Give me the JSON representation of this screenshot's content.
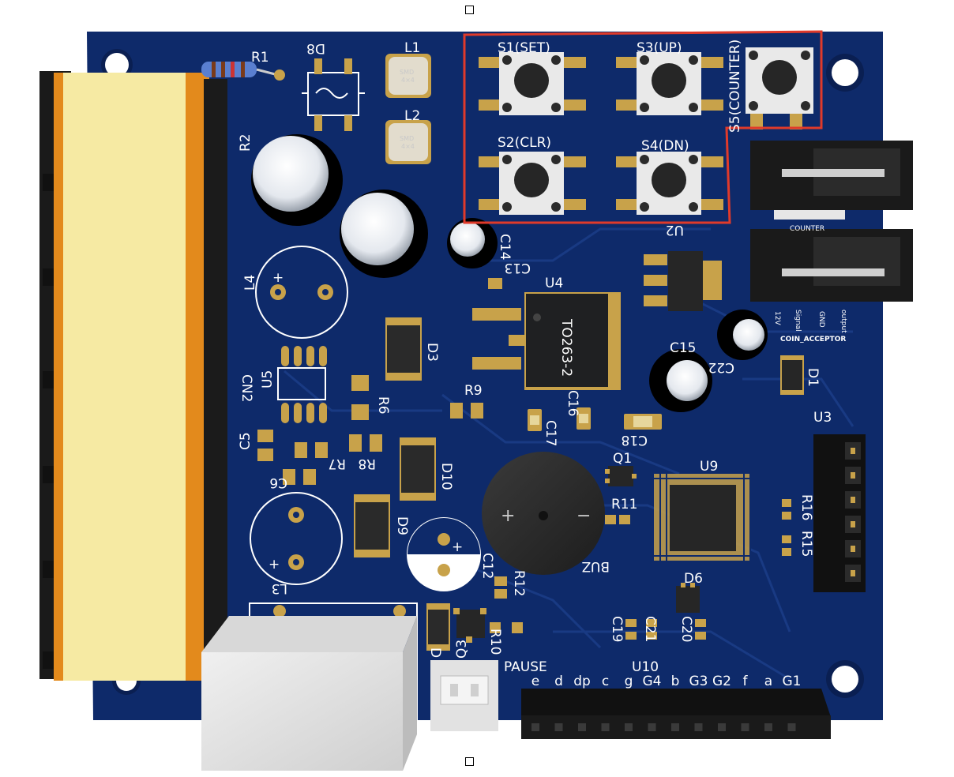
{
  "board": {
    "colors": {
      "pcb": "#0e2a6a",
      "pad": "#c8a24a",
      "silk": "#ffffff",
      "highlight": "#e03a2a",
      "transformer": "#f6eaa3",
      "transformer_edge": "#e38a1c"
    },
    "labels": {
      "r1": "R1",
      "d8": "D8",
      "l1": "L1",
      "l2": "L2",
      "r2": "R2",
      "l4": "L4",
      "cn2": "CN2",
      "u5": "U5",
      "c5": "C5",
      "c6": "C6",
      "r7": "R7",
      "r8": "R8",
      "r6": "R6",
      "d3": "D3",
      "d10": "D10",
      "d9": "D9",
      "l3": "L3",
      "d7": "D",
      "q3": "Q3",
      "r10": "R10",
      "c12": "C12",
      "r12": "R12",
      "bz": "BUZ",
      "q1": "Q1",
      "r11": "R11",
      "r9": "R9",
      "c17": "C17",
      "c16": "C16",
      "c18": "C18",
      "c14": "C14",
      "c13": "C13",
      "u4": "U4",
      "to263": "TO263-2",
      "u2": "U2",
      "c15": "C15",
      "c22": "C22",
      "d1": "D1",
      "u9": "U9",
      "u3": "U3",
      "r16": "R16",
      "r15": "R15",
      "d6": "D6",
      "c19": "C19",
      "c21": "C21",
      "c20": "C20",
      "u10": "U10",
      "pause": "PAUSE",
      "s1": "S1(SET)",
      "s2": "S2(CLR)",
      "s3": "S3(UP)",
      "s4": "S4(DN)",
      "s5": "S5(COUNTER)",
      "smd1": "SMD",
      "smd1b": "4×4",
      "smd2": "SMD",
      "smd2b": "4×4",
      "coin_acceptor": "COIN_ACCEPTOR",
      "counter_conn": "COUNTER",
      "pin_12v": "12V",
      "pin_signal": "Signal",
      "pin_gnd": "GND",
      "pin_output": "output",
      "seg_pins": [
        "e",
        "d",
        "dp",
        "c",
        "g",
        "G4",
        "b",
        "G3",
        "G2",
        "f",
        "a",
        "G1"
      ]
    }
  }
}
